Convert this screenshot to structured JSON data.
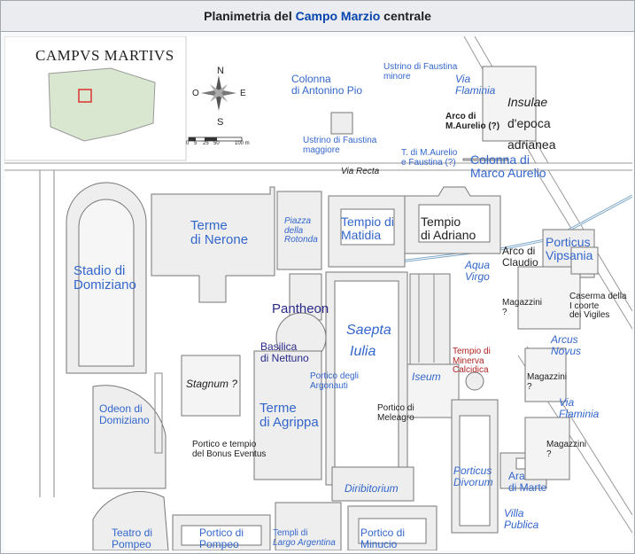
{
  "caption": {
    "prefix": "Planimetria del ",
    "link": "Campo Marzio",
    "suffix": " centrale"
  },
  "inset": {
    "title": "CAMPVS MARTIVS",
    "compass": {
      "n": "N",
      "s": "S",
      "e": "E",
      "o": "O"
    },
    "scale": {
      "zero": "0",
      "five": "5",
      "twenty_five": "25",
      "fifty": "50",
      "hundred": "100 m"
    }
  },
  "labels": {
    "colonna_antonino": [
      "Colonna",
      "di Antonino Pio"
    ],
    "ustrino_minore": [
      "Ustrino di Faustina",
      "minore"
    ],
    "via_flaminia_top": [
      "Via",
      "Flaminia"
    ],
    "insulae": [
      "Insulae",
      "d'epoca",
      "adrianea"
    ],
    "arco_m_aurelio": [
      "Arco di",
      "M.Aurelio (?)"
    ],
    "ustrino_maggiore": [
      "Ustrino di Faustina",
      "maggiore"
    ],
    "tempio_m_aurelio": [
      "T. di M.Aurelio",
      "e Faustina (?)"
    ],
    "colonna_marco": [
      "Colonna di",
      "Marco Aurelio"
    ],
    "via_recta": "Via Recta",
    "terme_nerone": [
      "Terme",
      "di Nerone"
    ],
    "piazza_rotonda": [
      "Piazza",
      "della",
      "Rotonda"
    ],
    "tempio_matidia": [
      "Tempio di",
      "Matidia"
    ],
    "tempio_adriano": [
      "Tempio",
      "di Adriano"
    ],
    "stadio": [
      "Stadio di",
      "Domiziano"
    ],
    "arco_claudio": [
      "Arco di",
      "Claudio"
    ],
    "porticus_vipsania": [
      "Porticus",
      "Vipsania"
    ],
    "aqua_virgo": [
      "Aqua",
      "Virgo"
    ],
    "pantheon": "Pantheon",
    "magazzini_1": [
      "Magazzini",
      "?"
    ],
    "caserma": [
      "Caserma della",
      "I coorte",
      "dei Vigiles"
    ],
    "saepta": [
      "Saepta",
      "Iulia"
    ],
    "basilica_nettuno": [
      "Basilica",
      "di Nettuno"
    ],
    "arcus_novus": [
      "Arcus",
      "Novus"
    ],
    "tempio_minerva": [
      "Tempio di",
      "Minerva",
      "Calcidica"
    ],
    "portico_argonauti": [
      "Portico degli",
      "Argonauti"
    ],
    "stagnum": "Stagnum ?",
    "iseum": "Iseum",
    "magazzini_2": [
      "Magazzini",
      "?"
    ],
    "odeon": [
      "Odeon di",
      "Domiziano"
    ],
    "terme_agrippa": [
      "Terme",
      "di Agrippa"
    ],
    "portico_meleagro": [
      "Portico di",
      "Meleagro"
    ],
    "via_flaminia_low": [
      "Via",
      "Flaminia"
    ],
    "portico_bonus": [
      "Portico e tempio",
      "del Bonus Eventus"
    ],
    "magazzini_3": [
      "Magazzini",
      "?"
    ],
    "porticus_divorum": [
      "Porticus",
      "Divorum"
    ],
    "ara_marte": [
      "Ara",
      "di Marte"
    ],
    "diribitorium": "Diribitorium",
    "villa_publica": [
      "Villa",
      "Publica"
    ],
    "teatro_pompeo": [
      "Teatro di",
      "Pompeo"
    ],
    "portico_pompeo": [
      "Portico di",
      "Pompeo"
    ],
    "templi_argentina": [
      "Templi di",
      "Largo Argentina"
    ],
    "portico_minucio": [
      "Portico di",
      "Minucio"
    ]
  }
}
